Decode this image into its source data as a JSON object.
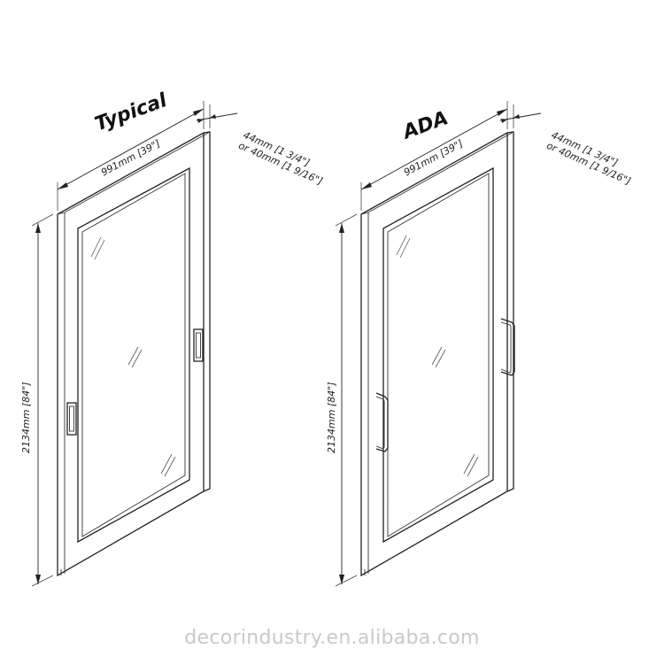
{
  "doors": [
    {
      "id": "typical",
      "title": "Typical",
      "width_label": "991mm [39\"]",
      "height_label": "2134mm [84\"]",
      "thickness_label_line1": "44mm [1 3/4\"]",
      "thickness_label_line2": "or 40mm [1 9/16\"]",
      "hardware": "flush-pull"
    },
    {
      "id": "ada",
      "title": "ADA",
      "width_label": "991mm [39\"]",
      "height_label": "2134mm [84\"]",
      "thickness_label_line1": "44mm [1 3/4\"]",
      "thickness_label_line2": "or 40mm [1 9/16\"]",
      "hardware": "bar-handle"
    }
  ],
  "watermark": "decorindustry.en.alibaba.com",
  "colors": {
    "line": "#222222",
    "watermark": "#c9c9c9"
  }
}
